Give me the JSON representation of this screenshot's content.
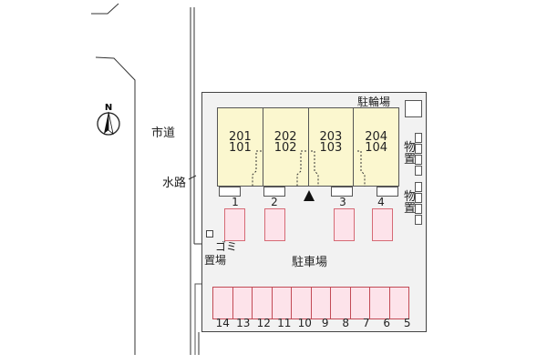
{
  "map": {
    "road_label": "市道",
    "waterway_label": "水路",
    "compass_label": "N",
    "bicycle_parking_label": "駐輪場",
    "parking_lot_label": "駐車場",
    "garbage_label_top": "ゴミ",
    "garbage_label_bottom": "置場",
    "storage_labels": [
      "物置",
      "物置"
    ]
  },
  "building": {
    "units": [
      {
        "upper": "201",
        "lower": "101"
      },
      {
        "upper": "202",
        "lower": "102"
      },
      {
        "upper": "203",
        "lower": "103"
      },
      {
        "upper": "204",
        "lower": "104"
      }
    ]
  },
  "parking": {
    "front_spaces": [
      "1",
      "2",
      "3",
      "4"
    ],
    "bottom_row": [
      "14",
      "13",
      "12",
      "11",
      "10",
      "9",
      "8",
      "7",
      "6",
      "5"
    ]
  },
  "colors": {
    "building_fill": "#fbf7cf",
    "parking_fill": "#fde3ea",
    "parking_border": "#c24a55",
    "site_fill": "#f2f2f2"
  }
}
